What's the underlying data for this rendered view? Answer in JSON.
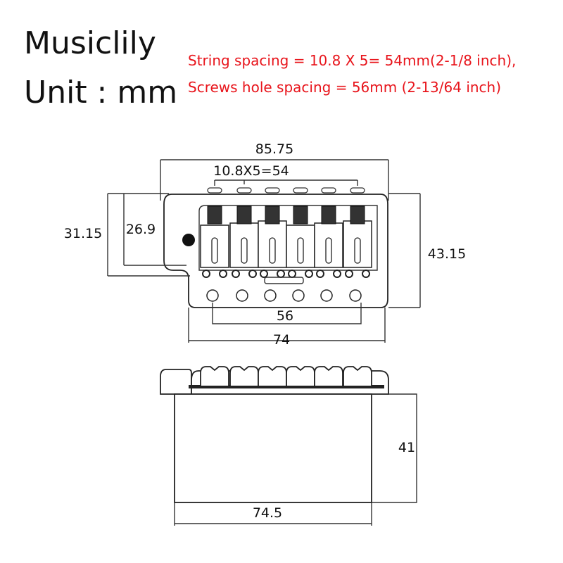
{
  "header": {
    "brand": "Musiclily",
    "unit": "Unit : mm"
  },
  "notes": {
    "string_spacing": "String spacing = 10.8 X 5= 54mm(2-1/8 inch),",
    "screw_spacing": "Screws hole spacing = 56mm (2-13/64 inch)"
  },
  "top_view": {
    "overall_width": "85.75",
    "string_spacing": "10.8X5=54",
    "total_depth": "31.15",
    "upper_depth": "26.9",
    "right_height": "43.15",
    "screw_spacing": "56",
    "plate_width": "74"
  },
  "side_view": {
    "block_height": "41",
    "block_width": "74.5"
  },
  "colors": {
    "note": "#e8141b",
    "line": "#222222"
  }
}
